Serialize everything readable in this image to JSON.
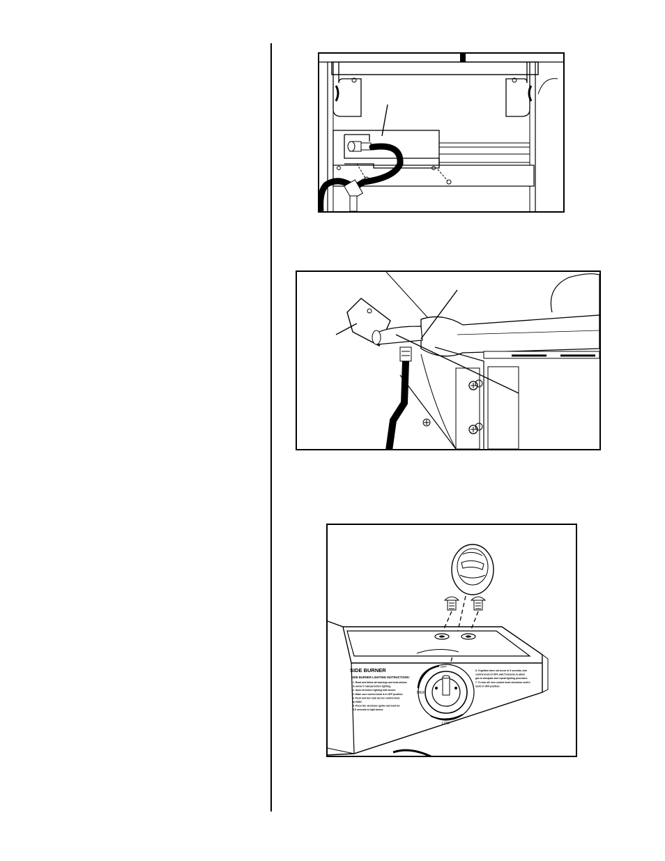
{
  "figures": [
    {
      "id": "hose-bracket-figure"
    },
    {
      "id": "valve-burner-figure"
    },
    {
      "id": "control-panel-figure"
    }
  ],
  "control_panel": {
    "heading": "SIDE BURNER",
    "subheading": "SIDE BURNER LIGHTING INSTRUCTIONS:",
    "left_steps": [
      "1. Read and follow all warnings and instructions",
      "   in owner's manual before lighting.",
      "2. Open lid before lighting side burner.",
      "3. Make sure control knob is in OFF position.",
      "4. Push and turn side burner control knob",
      "   to HIGH.",
      "5. Press the electronic igniter and hold for",
      "   3-5 seconds to light burner."
    ],
    "right_steps": [
      "6. If ignition does not occur in 5 seconds, turn",
      "   control knob to OFF, wait 5 minutes to allow",
      "   gas to dissipate and repeat lighting procedure.",
      "7. To turn off, turn control knob clockwise until it",
      "   locks in OFF position."
    ],
    "dial_high": "HIGH",
    "dial_low": "LOW",
    "dial_off": "OFF"
  }
}
